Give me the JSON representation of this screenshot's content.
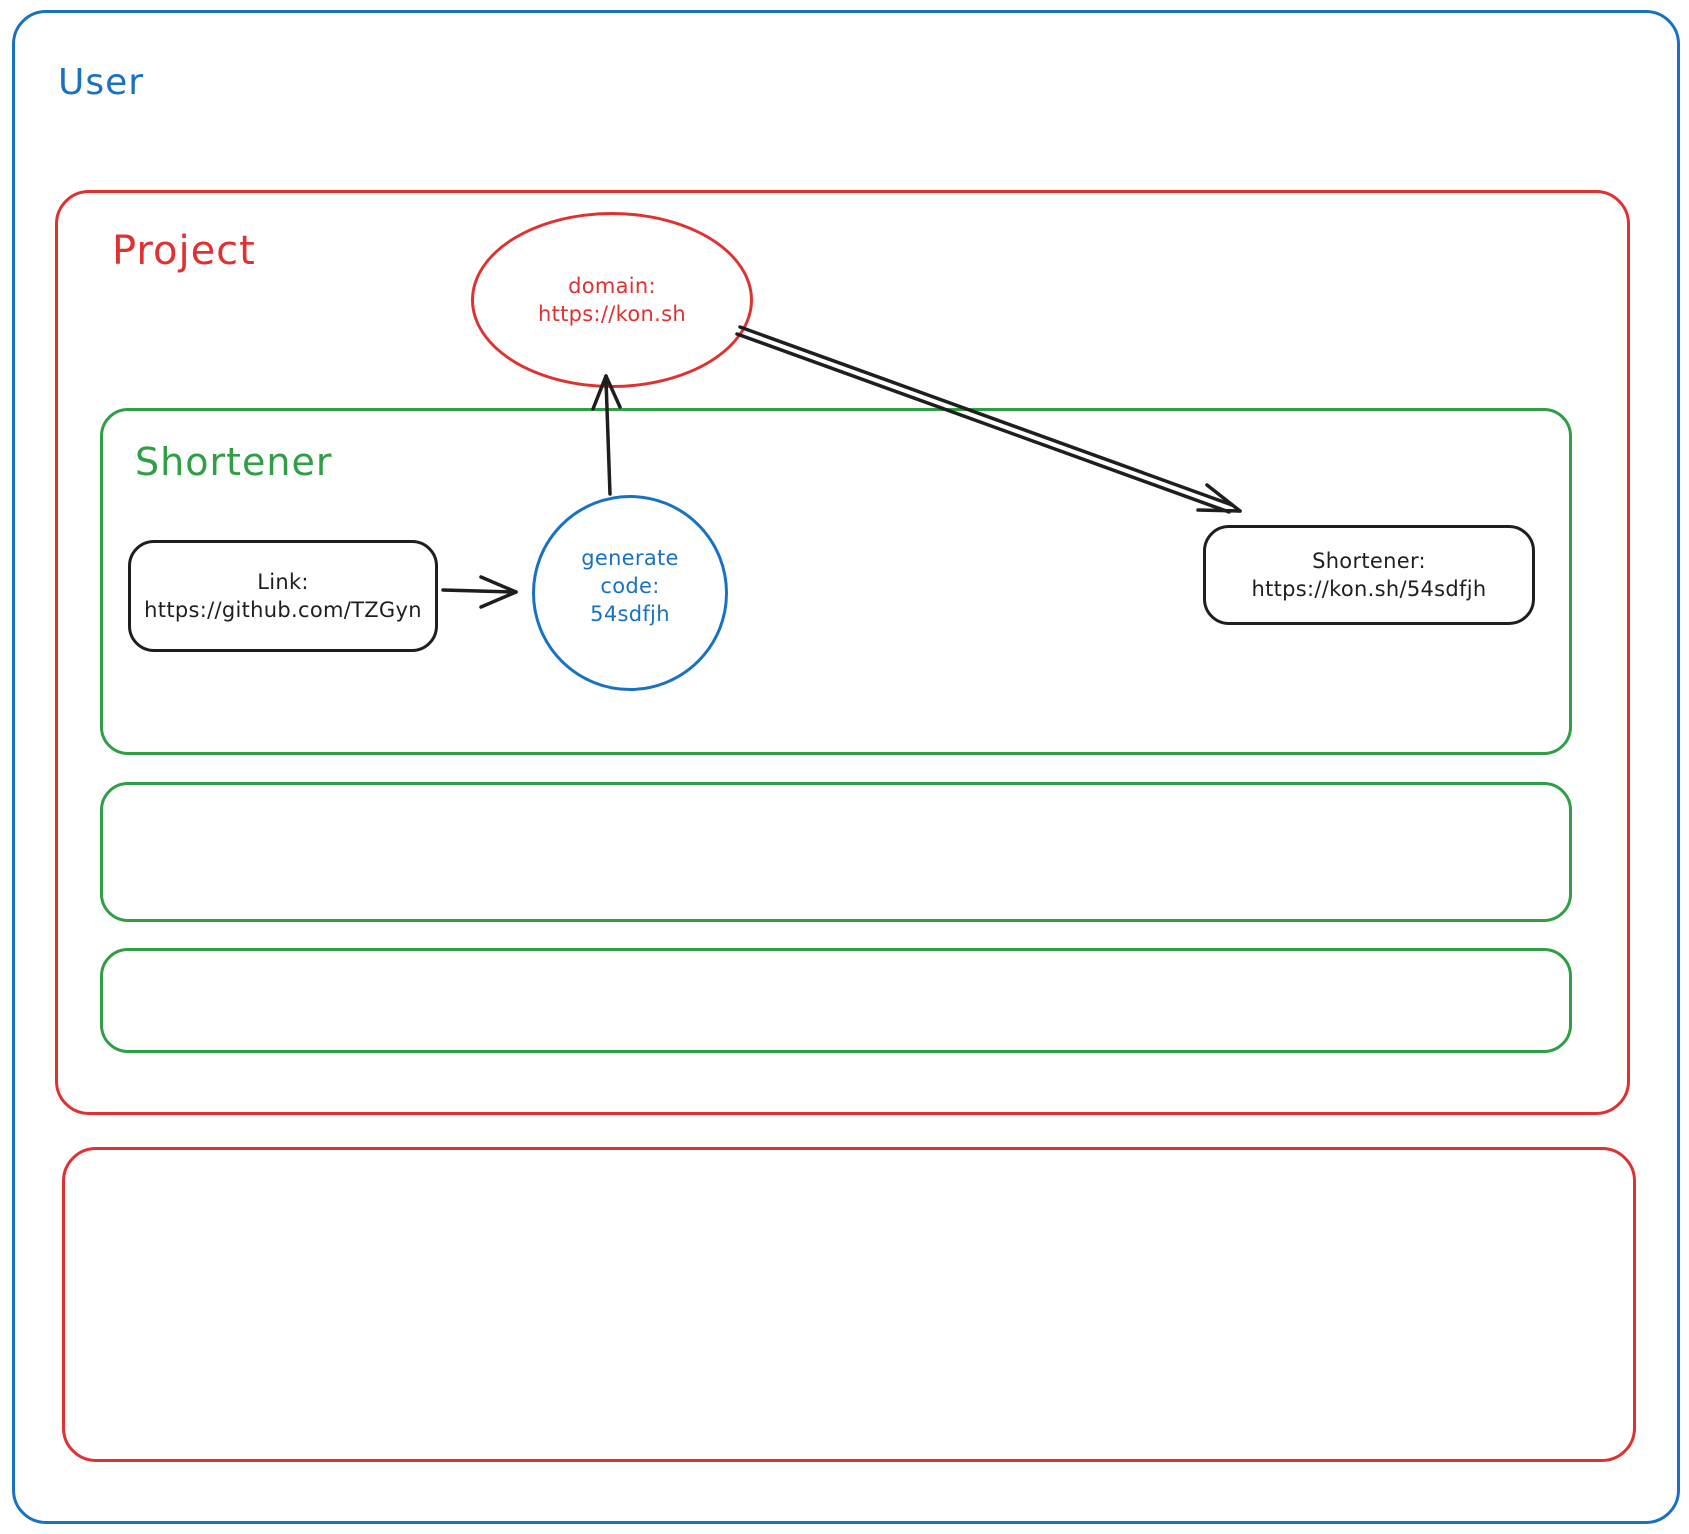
{
  "canvas": {
    "user": {
      "label": "User"
    },
    "project": {
      "label": "Project"
    },
    "shortener": {
      "label": "Shortener"
    },
    "domain_node": {
      "title": "domain:",
      "url": "https://kon.sh"
    },
    "link_node": {
      "title": "Link:",
      "url": "https://github.com/TZGyn"
    },
    "generate_node": {
      "line1": "generate",
      "line2": "code:",
      "line3": "54sdfjh"
    },
    "result_node": {
      "title": "Shortener:",
      "url": "https://kon.sh/54sdfjh"
    },
    "colors": {
      "blue": "#1971c2",
      "red": "#e03131",
      "green": "#2f9e44",
      "ink": "#1e1e1e"
    }
  }
}
